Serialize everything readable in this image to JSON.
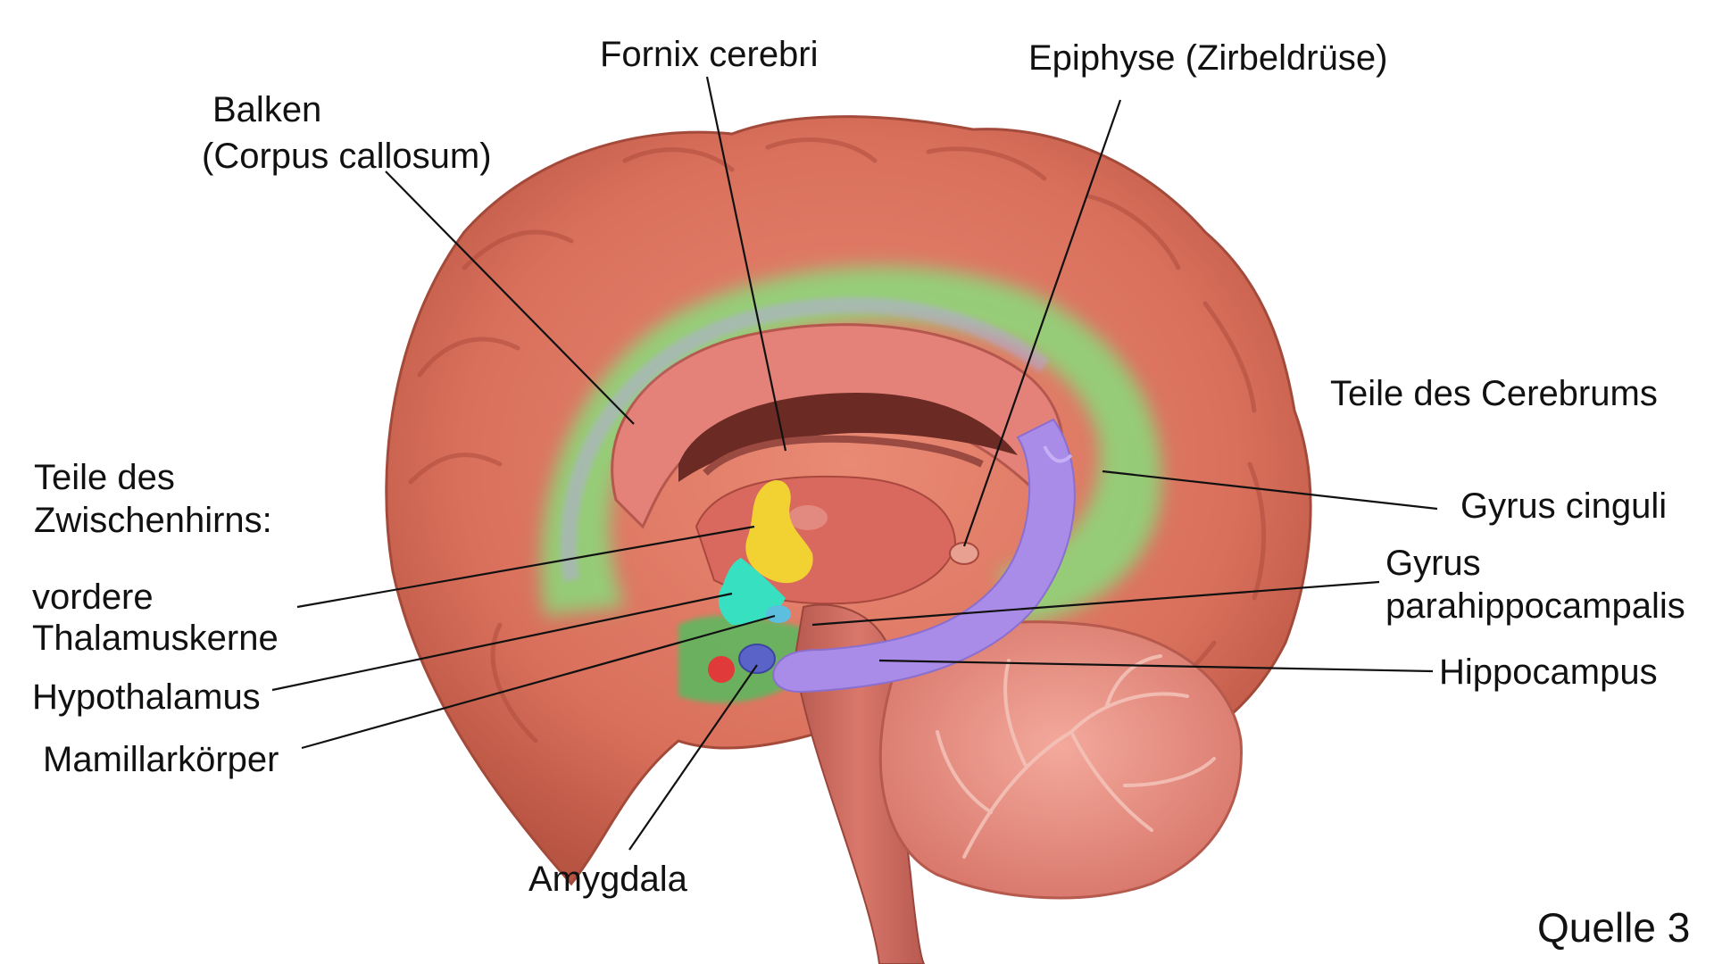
{
  "labels": {
    "fornix": "Fornix cerebri",
    "epiphyse": "Epiphyse (Zirbeldrüse)",
    "balken_1": "Balken",
    "balken_2": "(Corpus callosum)",
    "teile_cerebrum": "Teile des Cerebrums",
    "zwischenhirn_1": "Teile des",
    "zwischenhirn_2": "Zwischenhirns:",
    "gyrus_cinguli": "Gyrus cinguli",
    "vordere_1": "vordere",
    "vordere_2": "Thalamuskerne",
    "gyrus_para_1": "Gyrus",
    "gyrus_para_2": "parahippocampalis",
    "hypothalamus": "Hypothalamus",
    "hippocampus": "Hippocampus",
    "mamillarkoerper": "Mamillarkörper",
    "amygdala": "Amygdala"
  },
  "source": "Quelle 3",
  "colors": {
    "cortex": "#d9705c",
    "cortex_dark": "#b5503f",
    "cingulate_overlay": "#7ee87e",
    "corpus_callosum": "#e4827a",
    "hippocampus": "#a98be8",
    "anterior_thalamus": "#f2d233",
    "hypothalamus": "#38e0c2",
    "mamillary": "#5dbfe0",
    "amygdala": "#5a63c8",
    "cerebellum": "#e68a80",
    "brainstem": "#d46b60",
    "label_line": "#111111"
  }
}
